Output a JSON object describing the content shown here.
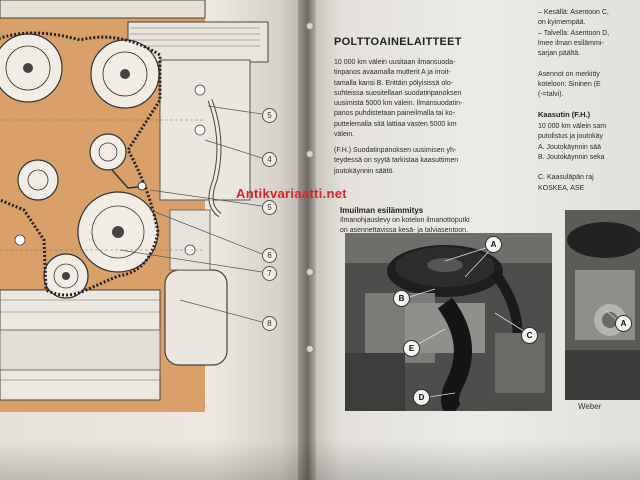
{
  "page_right": {
    "heading": "POLTTOAINELAITTEET",
    "para1": "10 000 km välein uusitaan ilmansuoda-\ntinpanos avaamalla mutterit A ja irroit-\ntamalla kansi B. Erittäin pölyisissä olo-\nsuhteissa suositellaan suodatinpanoksen\nuusimista 5000 km välein. Ilmansuodatin-\npanos puhdistetaan paineilmalla tai ko-\nputtelemalla sitä lattiaa vasten 5000 km\nvälein.",
    "para2": "(F.H.) Suodatinpanoksen uusimisen yh-\nteydessä on syytä tarkistaa kaasuttimen\njoutokäynnin säätö.",
    "subhead": "Imuilman esilämmitys",
    "para3": "Ilmanohjauslevy on kotelon ilmanottoputki\non asennettavissa kesä- ja talviasentoon.",
    "col2_top": "– Kesällä: Asentoon C,\n   on kyimempää.\n– Talvella: Asentoon D,\n   lmee ilman esilämmi-\n   sarjan päältä.\n\nAsennot on merkitty\nkoteloon: Sininen (E\n(-=talvi).",
    "col2_head": "Kaasutin (F.H.)",
    "col2_bottom": "10 000 km välein sam\nputolistus ja joutokäy\nA. Joutokäynnin sää\nB. Joutokäynnin seka\n\nC. Kaasuläpän raj\n    KOSKEA, ASE",
    "caption_weber": "Weber",
    "photo_main_labels": [
      "A",
      "B",
      "C",
      "D",
      "E"
    ],
    "photo_right_labels": [
      "A"
    ]
  },
  "page_left": {
    "callouts": [
      "5",
      "4",
      "5",
      "6",
      "7",
      "8"
    ]
  },
  "watermark": "Antikvariaatti.net"
}
